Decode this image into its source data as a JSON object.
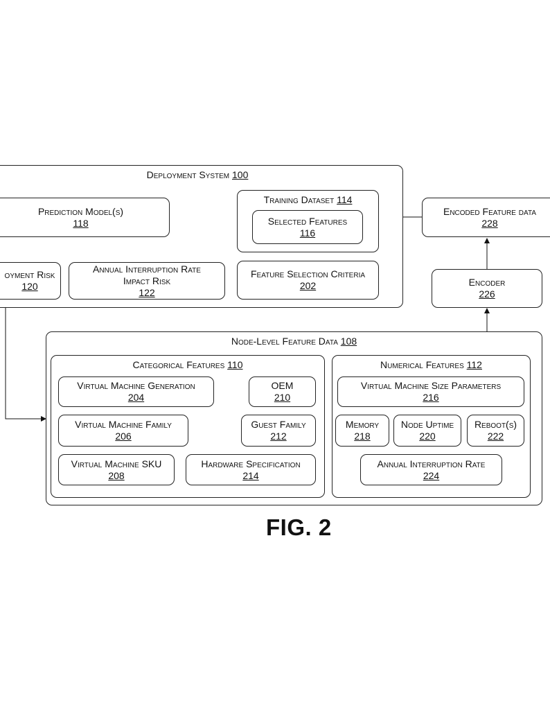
{
  "deployment_system": {
    "title": "Deployment System",
    "ref": "100"
  },
  "prediction_model": {
    "title": "Prediction Model(s)",
    "ref": "118"
  },
  "deployment_risk": {
    "title": "oyment Risk",
    "ref": "120"
  },
  "interruption_risk": {
    "line1": "Annual Interruption Rate",
    "line2": "Impact Risk",
    "ref": "122"
  },
  "training_dataset": {
    "title": "Training Dataset",
    "ref": "114"
  },
  "selected_features": {
    "title": "Selected Features",
    "ref": "116"
  },
  "selection_criteria": {
    "title": "Feature Selection Criteria",
    "ref": "202"
  },
  "encoded_feature_data": {
    "title": "Encoded Feature data",
    "ref": "228"
  },
  "encoder": {
    "title": "Encoder",
    "ref": "226"
  },
  "node_level": {
    "title": "Node-Level Feature Data",
    "ref": "108"
  },
  "categorical": {
    "title": "Categorical Features",
    "ref": "110"
  },
  "numerical": {
    "title": "Numerical Features",
    "ref": "112"
  },
  "vm_generation": {
    "title": "Virtual Machine Generation",
    "ref": "204"
  },
  "oem": {
    "title": "OEM",
    "ref": "210"
  },
  "vm_family": {
    "title": "Virtual Machine Family",
    "ref": "206"
  },
  "guest_family": {
    "title": "Guest Family",
    "ref": "212"
  },
  "vm_sku": {
    "title": "Virtual Machine SKU",
    "ref": "208"
  },
  "hw_spec": {
    "title": "Hardware Specification",
    "ref": "214"
  },
  "vm_size": {
    "title": "Virtual Machine Size Parameters",
    "ref": "216"
  },
  "memory": {
    "title": "Memory",
    "ref": "218"
  },
  "node_uptime": {
    "title": "Node Uptime",
    "ref": "220"
  },
  "reboots": {
    "title": "Reboot(s)",
    "ref": "222"
  },
  "annual_rate": {
    "title": "Annual Interruption Rate",
    "ref": "224"
  },
  "figure_label": "FIG. 2"
}
